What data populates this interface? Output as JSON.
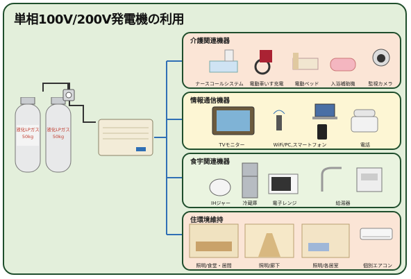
{
  "title": "単相100V/200V発電機の利用",
  "tank_label_line1": "液化LPガス",
  "tank_label_line2": "50kg",
  "panels": [
    {
      "title": "介護関連機器",
      "items": [
        "ナースコールシステム",
        "電動車いす充電",
        "電動ベッド",
        "入浴補助機",
        "監視カメラ"
      ]
    },
    {
      "title": "情報通信機器",
      "items": [
        "TVモニター",
        "WiFi/PC,スマートフォン",
        "電話"
      ]
    },
    {
      "title": "食宇関連機器",
      "items": [
        "IHジャー",
        "冷蔵庫",
        "電子レンジ",
        "給湯器"
      ]
    },
    {
      "title": "住環境維持",
      "items": [
        "照明/食堂・居間",
        "照明/廊下",
        "照明/各居室",
        "個別エアコン"
      ]
    }
  ],
  "colors": {
    "background": "#e3efdb",
    "border": "#1f4e2c",
    "panel_care": "#fbe5d6",
    "panel_info": "#fdf6d4",
    "panel_food": "#eaf4e0",
    "panel_living": "#fbe5d6",
    "connector": "#2f6fb5"
  }
}
